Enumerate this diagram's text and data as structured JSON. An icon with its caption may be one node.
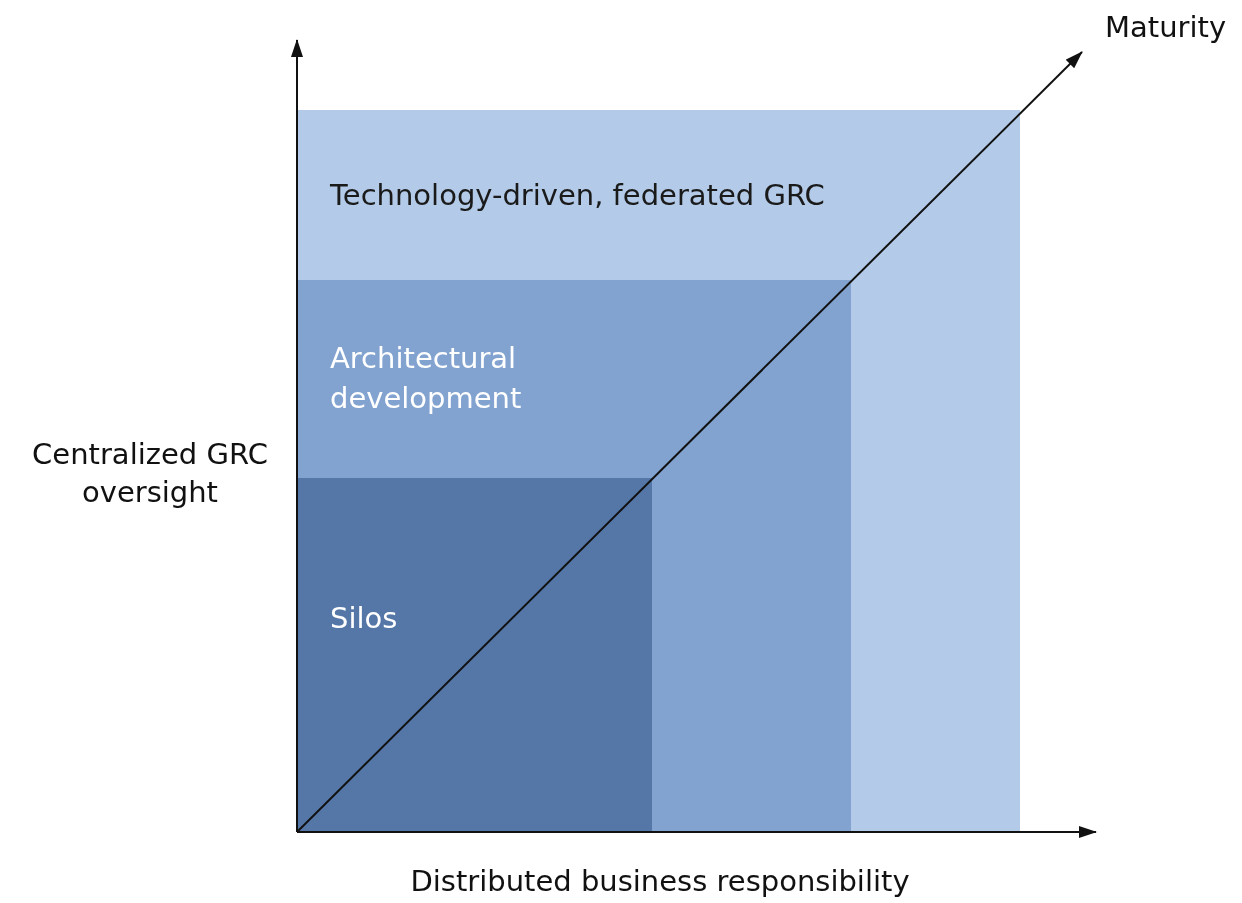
{
  "diagram": {
    "nodes": [
      {
        "text": [
          "Technology-driven, federated GRC"
        ]
      },
      {
        "text": [
          "Architectural development"
        ],
        "in": 0
      },
      {
        "text": [
          "Silos"
        ],
        "in": 1
      }
    ],
    "labels": [
      "Maturity",
      "Centralized GRC oversight",
      "Distributed business responsibility"
    ]
  }
}
